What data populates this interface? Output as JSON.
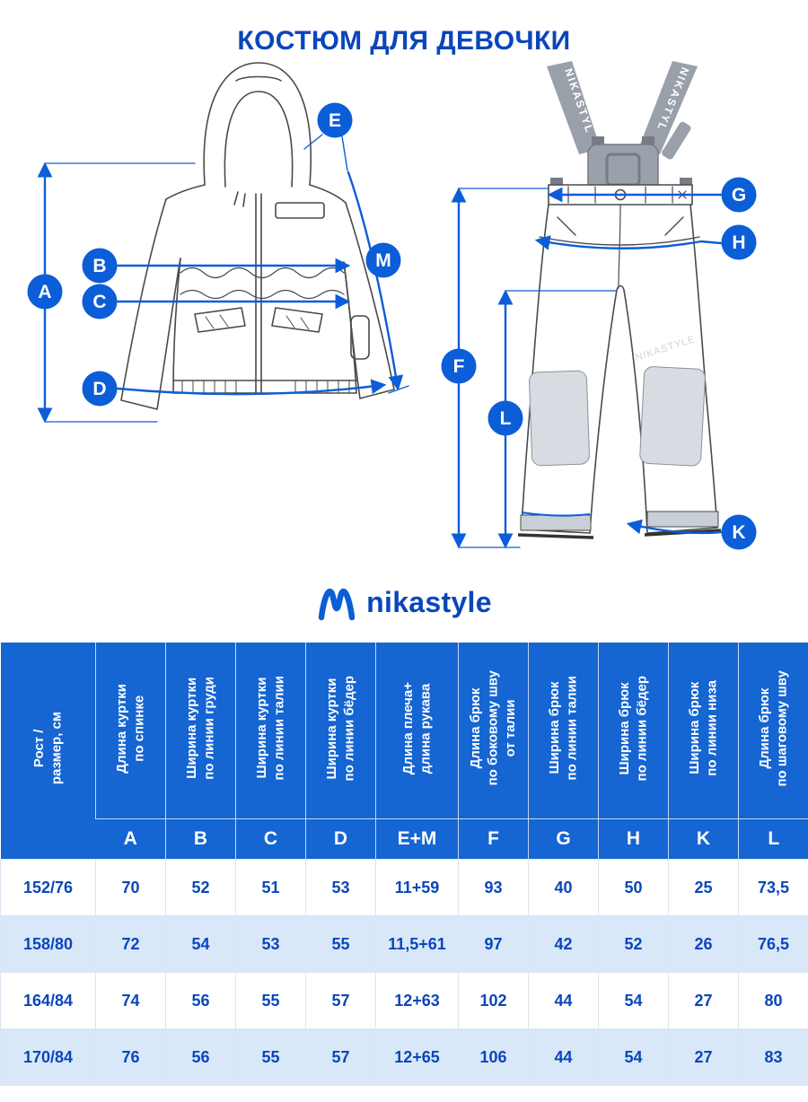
{
  "page": {
    "title": "КОСТЮМ ДЛЯ ДЕВОЧКИ"
  },
  "brand": {
    "name": "nikastyle",
    "logo_icon": "wave-m-icon"
  },
  "colors": {
    "brand_blue": "#0b5ed7",
    "title_blue": "#0a46bb",
    "table_header_blue": "#1565d2",
    "row_alt_blue": "#d9e8f8"
  },
  "diagram": {
    "jacket_badges": [
      "A",
      "B",
      "C",
      "D",
      "E",
      "M"
    ],
    "pants_badges": [
      "F",
      "G",
      "H",
      "K",
      "L"
    ],
    "strap_text_left": "NIKASTYL",
    "strap_text_right": "NIKASTYL",
    "watermark": "NIKASTYLE"
  },
  "table": {
    "size_header": "Рост /\nразмер, см",
    "columns": [
      {
        "label": "Длина куртки\nпо спинке",
        "letter": "A"
      },
      {
        "label": "Ширина куртки\nпо линии груди",
        "letter": "B"
      },
      {
        "label": "Ширина куртки\nпо линии талии",
        "letter": "C"
      },
      {
        "label": "Ширина куртки\nпо линии бёдер",
        "letter": "D"
      },
      {
        "label": "Длина плеча+\nдлина рукава",
        "letter": "E+M"
      },
      {
        "label": "Длина брюк\nпо боковому шву\nот талии",
        "letter": "F"
      },
      {
        "label": "Ширина брюк\nпо линии талии",
        "letter": "G"
      },
      {
        "label": "Ширина брюк\nпо линии бёдер",
        "letter": "H"
      },
      {
        "label": "Ширина брюк\nпо линии низа",
        "letter": "K"
      },
      {
        "label": "Длина брюк\nпо шаговому шву",
        "letter": "L"
      }
    ],
    "rows": [
      {
        "size": "152/76",
        "values": [
          "70",
          "52",
          "51",
          "53",
          "11+59",
          "93",
          "40",
          "50",
          "25",
          "73,5"
        ]
      },
      {
        "size": "158/80",
        "values": [
          "72",
          "54",
          "53",
          "55",
          "11,5+61",
          "97",
          "42",
          "52",
          "26",
          "76,5"
        ]
      },
      {
        "size": "164/84",
        "values": [
          "74",
          "56",
          "55",
          "57",
          "12+63",
          "102",
          "44",
          "54",
          "27",
          "80"
        ]
      },
      {
        "size": "170/84",
        "values": [
          "76",
          "56",
          "55",
          "57",
          "12+65",
          "106",
          "44",
          "54",
          "27",
          "83"
        ]
      }
    ]
  }
}
